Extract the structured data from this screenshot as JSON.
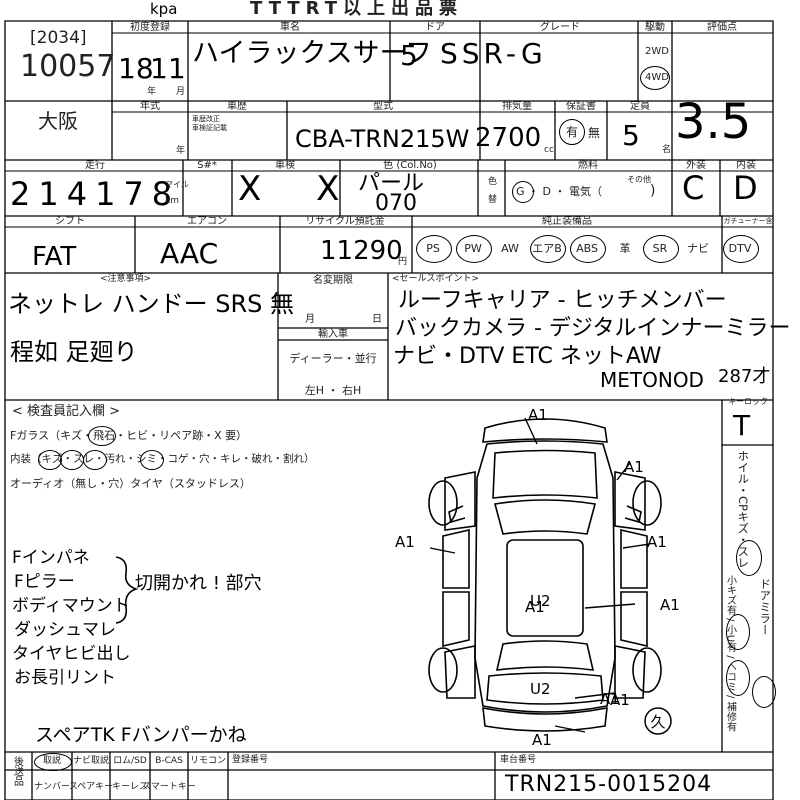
{
  "header": {
    "title": "TTTRT以上出品票",
    "corner_note": "kpa"
  },
  "lot": {
    "box_number": "[2034]",
    "lot_number": "10057",
    "region": "大阪"
  },
  "labels": {
    "first_reg": "初度登録",
    "year_unit": "年",
    "month_unit": "月",
    "car_name": "車名",
    "doors": "ドア",
    "grade": "グレード",
    "drive": "駆動",
    "score": "評価点",
    "model_year": "年式",
    "chassis": "車歴",
    "model": "型式",
    "displacement": "排気量",
    "warranty": "保証書",
    "capacity": "定員",
    "chassis_sub": "車歴改正\n車検証記載",
    "mileage": "走行",
    "mileage_unit_top": "マイル",
    "mileage_unit_bottom": "km",
    "s_mark": "S#*",
    "inspection": "車検",
    "color": "色 (Col.No)",
    "fuel": "燃料",
    "exterior": "外装",
    "interior": "内装",
    "color_side_top": "色",
    "color_side_bottom": "替",
    "shift": "シフト",
    "ac": "エアコン",
    "recycle": "リサイクル預託金",
    "equipment": "純正装備品",
    "tuner": "ガチューナー含",
    "caution": "<注意事項>",
    "name_change": "名変期限",
    "month_label": "月",
    "day_label": "日",
    "import": "輸入車",
    "dealer": "ディーラー・並行",
    "handle": "左H ・ 右H",
    "sales_points": "<セールスポイント>",
    "key": "キーロック",
    "inspector": "< 検査員記入欄 >",
    "glass": "Fガラス（キズ・飛石・ヒビ・リペア跡・X 要）",
    "interior_cond": "内装（キズ・スレ・汚れ・シミ・コゲ・穴・キレ・破れ・割れ）",
    "audio": "オーディオ（無し・穴）タイヤ（スタッドレス）",
    "side_text": "ホイル・CPキズ・スレ",
    "dent_top": "ドアミラー",
    "dent_legend": "小キズ有 / 小U有 / ヘコミ / 補修有",
    "warranty_yes": "有",
    "warranty_no": "無",
    "cc": "cc",
    "capacity_unit": "名",
    "drive_2wd": "2WD",
    "drive_4wd": "4WD",
    "fuel_options": "G ・ D ・ 電気（",
    "fuel_other": "その他",
    "storage_label": "後送品",
    "register_no": "登録番号",
    "chassis_no_label": "車台番号",
    "currency": "円"
  },
  "equipment_items": [
    "PS",
    "PW",
    "AW",
    "エアB",
    "ABS",
    "革",
    "SR",
    "ナビ",
    "DTV"
  ],
  "circled_equipment": [
    "PS",
    "PW",
    "エアB",
    "ABS",
    "SR",
    "DTV"
  ],
  "accessories": [
    [
      "取説",
      "ナビ取説",
      "ロム/SD",
      "B-CAS",
      "リモコン"
    ],
    [
      "ナンバー",
      "スペアキー",
      "キーレス",
      "スマートキー"
    ]
  ],
  "vehicle": {
    "first_reg_year": "18",
    "first_reg_month": "11",
    "car_name": "ハイラックスサーフ",
    "doors": "5",
    "grade": "SSR-G",
    "drive": "4WD",
    "score": "3.5",
    "model": "CBA-TRN215W",
    "displacement": "2700",
    "warranty": "有",
    "capacity": "5",
    "mileage": "214178",
    "inspection": "X  X",
    "color_name": "パール",
    "color_code": "070",
    "fuel": "G",
    "exterior": "C",
    "interior": "D",
    "shift": "FAT",
    "ac": "AAC",
    "recycle_fee": "11290",
    "chassis_no": "TRN215-0015204",
    "key": "T"
  },
  "notes": {
    "caution_line1": "ネットレ ハンドー SRS 無",
    "caution_line2": "程如 足廻り",
    "sales_line1": "ルーフキャリア - ヒッチメンバー",
    "sales_line2": "バックカメラ - デジタルインナーミラー",
    "sales_line3": "ナビ・DTV ETC ネットAW",
    "sales_line4": "METONOD",
    "sales_line5": "287才",
    "inspector_list": [
      "Fインパネ",
      "Fピラー",
      "ボディマウント",
      "ダッシュマレ",
      "タイヤヒビ出し",
      "お長引リント"
    ],
    "inspector_bracket": "切開かれ ! 部穴",
    "bottom_note": "スペアTK    Fバンパーかね"
  },
  "diagram_marks": [
    "A1",
    "A1",
    "A1",
    "A1",
    "U2",
    "U2",
    "A1",
    "A1",
    "A1",
    "A1",
    "A1"
  ]
}
